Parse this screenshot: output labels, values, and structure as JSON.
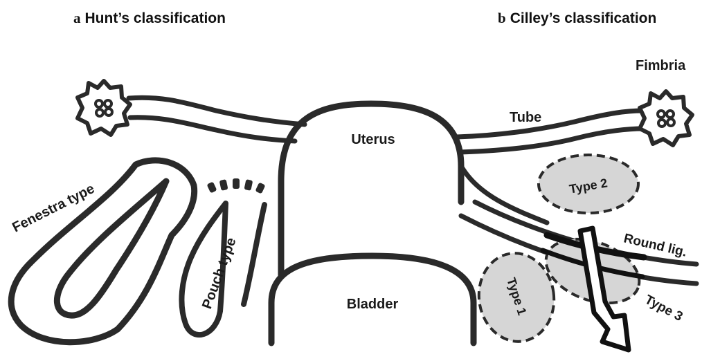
{
  "panels": {
    "a": {
      "letter": "a",
      "title": "Hunt’s classification"
    },
    "b": {
      "letter": "b",
      "title": "Cilley’s classification"
    }
  },
  "labels": {
    "uterus": "Uterus",
    "bladder": "Bladder",
    "tube": "Tube",
    "fimbria": "Fimbria",
    "fenestra_type": "Fenestra type",
    "pouch_type": "Pouch type",
    "round_lig": "Round lig.",
    "type1": "Type 1",
    "type2": "Type 2",
    "type3": "Type 3"
  },
  "colors": {
    "outline": "#2a2a2a",
    "type_fill": "#d6d6d6",
    "background": "#ffffff"
  }
}
